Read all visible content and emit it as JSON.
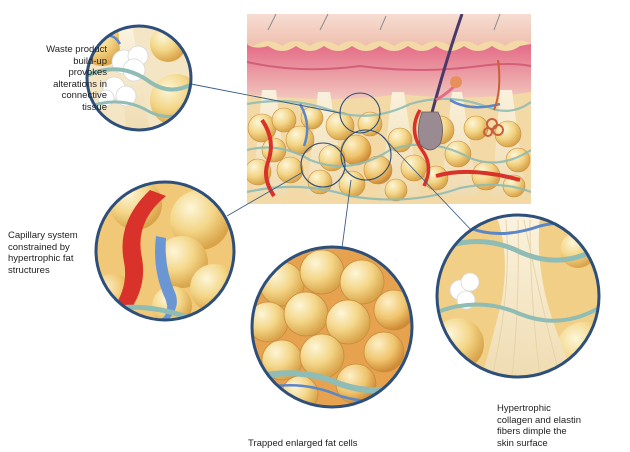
{
  "labels": {
    "waste": [
      "Waste product",
      "build-up",
      "provokes",
      "alterations in",
      "connective",
      "tissue"
    ],
    "capillary": [
      "Capillary system",
      "constrained by",
      "hypertrophic fat",
      "structures"
    ],
    "fat": [
      "Trapped enlarged fat cells"
    ],
    "collagen": [
      "Hypertrophic",
      "collagen and elastin",
      "fibers dimple the",
      "skin surface"
    ]
  },
  "colors": {
    "epidermis": "#f1c9b8",
    "dermis": "#e0607e",
    "fat": "#f0cf7f",
    "fat_highlight": "#fbf0c4",
    "fat_shadow": "#d9a44a",
    "capillary": "#d9322b",
    "vein": "#5b86c8",
    "fiber": "#8fbcb4",
    "hair": "#4a3a6a",
    "ring": "#2d4f7a",
    "pointer": "#3a5c85"
  }
}
